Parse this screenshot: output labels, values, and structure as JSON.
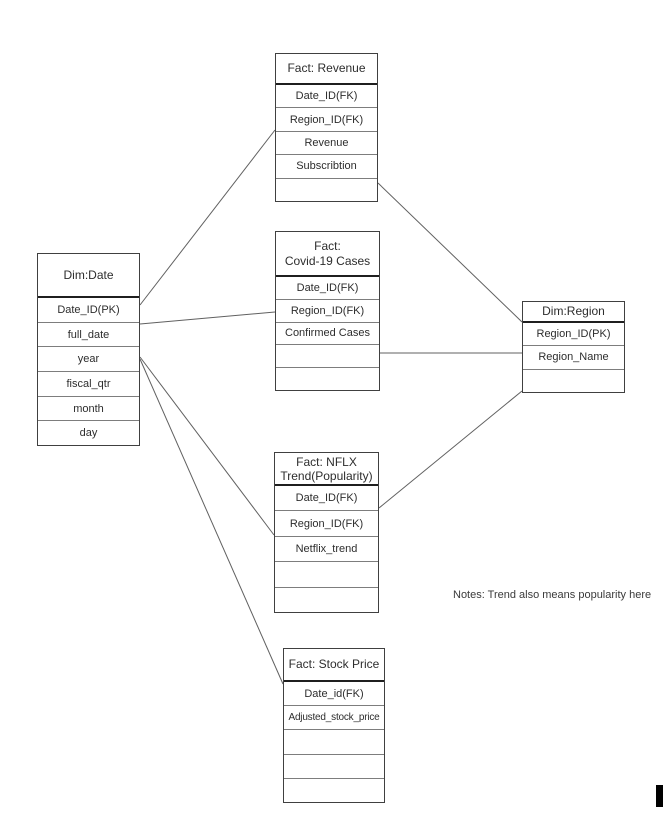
{
  "diagram": {
    "kind": "star-schema-er-diagram",
    "tables": [
      {
        "id": "dim-date",
        "title": "Dim:Date",
        "fields": [
          "Date_ID(PK)",
          "full_date",
          "year",
          "fiscal_qtr",
          "month",
          "day"
        ]
      },
      {
        "id": "fact-revenue",
        "title": "Fact: Revenue",
        "fields": [
          "Date_ID(FK)",
          "Region_ID(FK)",
          "Revenue",
          "Subscribtion",
          ""
        ]
      },
      {
        "id": "fact-covid",
        "title": "Fact:\nCovid-19 Cases",
        "fields": [
          "Date_ID(FK)",
          "Region_ID(FK)",
          "Confirmed Cases",
          "",
          ""
        ]
      },
      {
        "id": "dim-region",
        "title": "Dim:Region",
        "fields": [
          "Region_ID(PK)",
          "Region_Name",
          ""
        ]
      },
      {
        "id": "fact-nflx",
        "title": "Fact: NFLX\nTrend(Popularity)",
        "fields": [
          "Date_ID(FK)",
          "Region_ID(FK)",
          "Netflix_trend",
          "",
          ""
        ]
      },
      {
        "id": "fact-stock",
        "title": "Fact: Stock Price",
        "fields": [
          "Date_id(FK)",
          "Adjusted_stock_price",
          "",
          "",
          ""
        ]
      }
    ],
    "relationships": [
      {
        "from": "Dim:Date",
        "to": "Fact: Revenue"
      },
      {
        "from": "Dim:Date",
        "to": "Fact: Covid-19 Cases"
      },
      {
        "from": "Dim:Date",
        "to": "Fact: NFLX Trend(Popularity)"
      },
      {
        "from": "Dim:Date",
        "to": "Fact: Stock Price"
      },
      {
        "from": "Fact: Revenue",
        "to": "Dim:Region"
      },
      {
        "from": "Fact: Covid-19 Cases",
        "to": "Dim:Region"
      },
      {
        "from": "Dim:Region",
        "to": "Fact: NFLX Trend(Popularity)"
      }
    ],
    "note": "Notes: Trend also means popularity here",
    "colors": {
      "background": "#ffffff",
      "table_border": "#404040",
      "row_separator": "#7d7d7d",
      "header_separator": "#1f1f1f",
      "connector_line": "#606060",
      "text": "#2d2d2d",
      "cursor_artifact": "#000000"
    }
  }
}
